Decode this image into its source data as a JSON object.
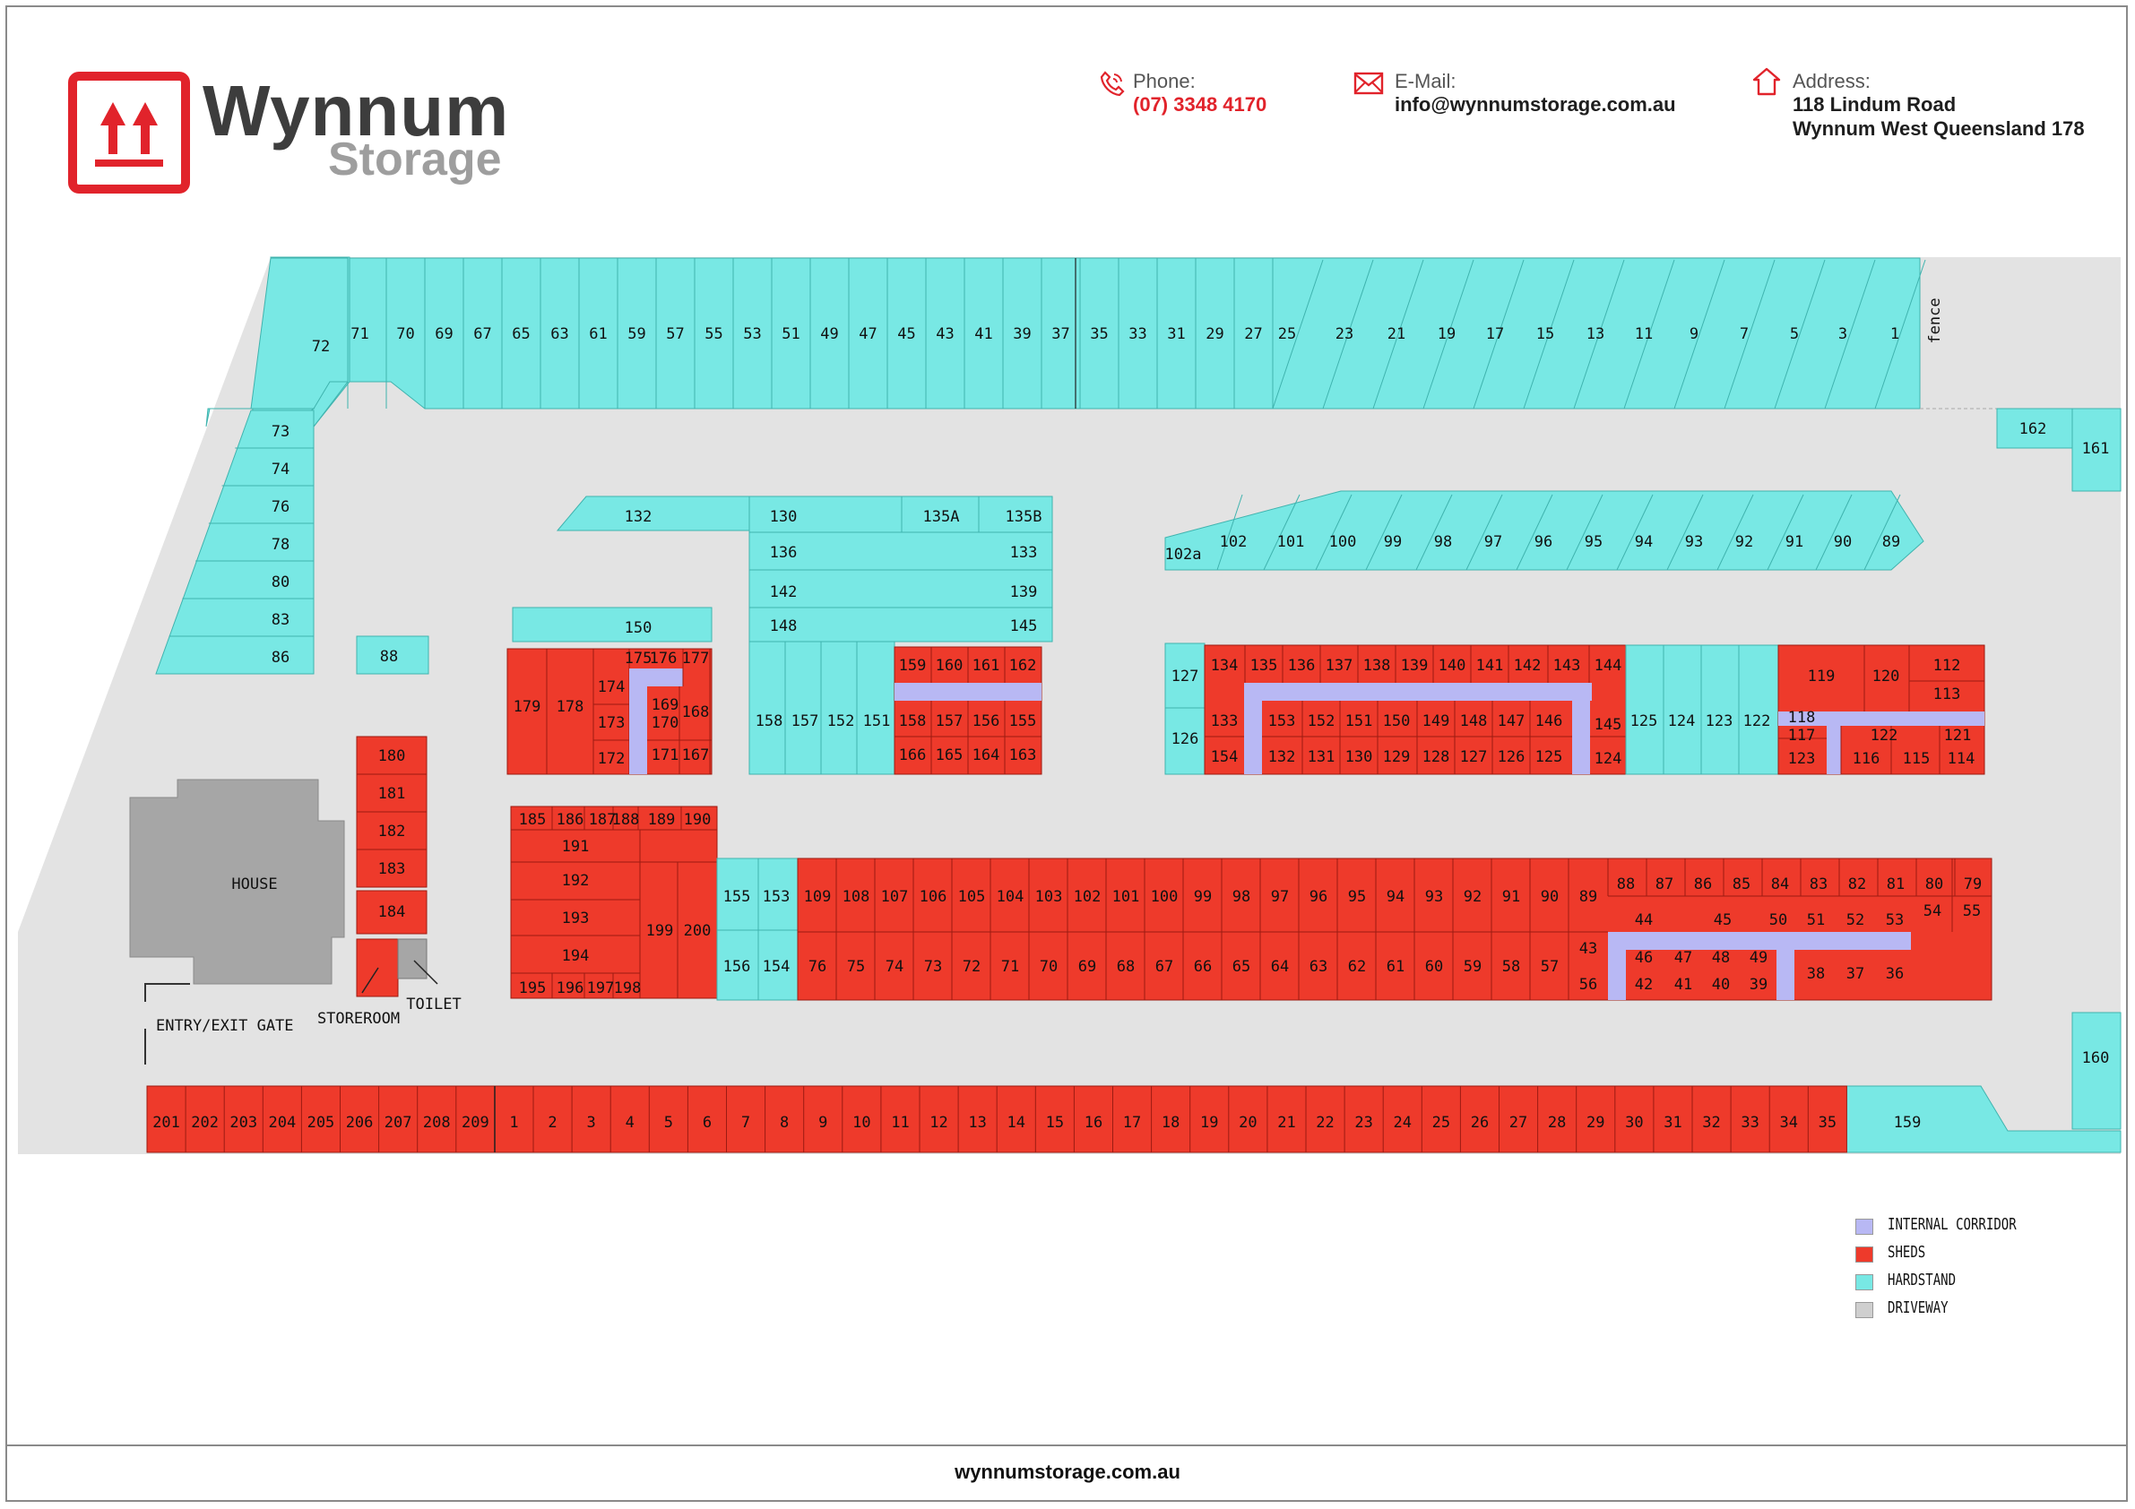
{
  "brand": {
    "name": "Wynnum",
    "sub": "Storage"
  },
  "contact": {
    "phone_label": "Phone:",
    "phone_value": "(07) 3348 4170",
    "email_label": "E-Mail:",
    "email_value": "info@wynnumstorage.com.au",
    "address_label": "Address:",
    "address_line1": "118 Lindum Road",
    "address_line2": "Wynnum West Queensland 178"
  },
  "colors": {
    "shed": "#ee3a2b",
    "hardstand": "#78e8e4",
    "corridor": "#b8b8f4",
    "driveway": "#e3e3e3",
    "house": "#a6a6a6",
    "brand": "#e1232b"
  },
  "map": {
    "labels": {
      "fence": "fence",
      "house": "HOUSE",
      "storeroom": "STOREROOM",
      "toilet": "TOILET",
      "gate": "ENTRY/EXIT GATE"
    },
    "hardstand_top": [
      "71",
      "70",
      "69",
      "67",
      "65",
      "63",
      "61",
      "59",
      "57",
      "55",
      "53",
      "51",
      "49",
      "47",
      "45",
      "43",
      "41",
      "39",
      "37",
      "35",
      "33",
      "31",
      "29",
      "27"
    ],
    "hardstand_slant": [
      "25",
      "23",
      "21",
      "19",
      "17",
      "15",
      "13",
      "11",
      "9",
      "7",
      "5",
      "3",
      "1"
    ],
    "hardstand_72": "72",
    "hardstand_left": [
      "73",
      "74",
      "76",
      "78",
      "80",
      "83",
      "86"
    ],
    "hardstand_misc": {
      "h88": "88",
      "h162": "162",
      "h161": "161",
      "h160": "160",
      "h159": "159"
    },
    "hardstand_row2": [
      "102",
      "101",
      "100",
      "99",
      "98",
      "97",
      "96",
      "95",
      "94",
      "93",
      "92",
      "91",
      "90",
      "89"
    ],
    "hardstand_102a": "102a",
    "block_a": {
      "h132": "132",
      "h130": "130",
      "h135a": "135A",
      "h135b": "135B",
      "h136": "136",
      "h133": "133",
      "h142": "142",
      "h139": "139",
      "h148": "148",
      "h145": "145",
      "h150": "150"
    },
    "hardstand_block_a_low": [
      "158",
      "157",
      "152",
      "151"
    ],
    "hardstand_mid": [
      "155",
      "153",
      "156",
      "154"
    ],
    "hardstand_block_c": {
      "h127": "127",
      "h126": "126"
    },
    "hardstand_block_d": [
      "125",
      "124",
      "123",
      "122"
    ],
    "sheds_bottom": [
      "201",
      "202",
      "203",
      "204",
      "205",
      "206",
      "207",
      "208",
      "209",
      "1",
      "2",
      "3",
      "4",
      "5",
      "6",
      "7",
      "8",
      "9",
      "10",
      "11",
      "12",
      "13",
      "14",
      "15",
      "16",
      "17",
      "18",
      "19",
      "20",
      "21",
      "22",
      "23",
      "24",
      "25",
      "26",
      "27",
      "28",
      "29",
      "30",
      "31",
      "32",
      "33",
      "34",
      "35"
    ],
    "sheds_col": [
      "180",
      "181",
      "182",
      "183",
      "184"
    ],
    "sheds_a": {
      "s179": "179",
      "s178": "178",
      "s175": "175",
      "s176": "176",
      "s177": "177",
      "s174": "174",
      "s173": "173",
      "s172": "172",
      "s169": "169",
      "s170": "170",
      "s168": "168",
      "s171": "171",
      "s167": "167"
    },
    "sheds_b_top": [
      "159",
      "160",
      "161",
      "162"
    ],
    "sheds_b_mid": [
      "158",
      "157",
      "156",
      "155"
    ],
    "sheds_b_low": [
      "166",
      "165",
      "164",
      "163"
    ],
    "sheds_c_top": [
      "134",
      "135",
      "136",
      "137",
      "138",
      "139",
      "140",
      "141",
      "142",
      "143",
      "144"
    ],
    "sheds_c_mid": [
      "153",
      "152",
      "151",
      "150",
      "149",
      "148",
      "147",
      "146"
    ],
    "sheds_c_low": [
      "132",
      "131",
      "130",
      "129",
      "128",
      "127",
      "126",
      "125"
    ],
    "sheds_c_left": {
      "s133": "133",
      "s154": "154",
      "s145": "145",
      "s124": "124"
    },
    "sheds_d": {
      "s119": "119",
      "s120": "120",
      "s112": "112",
      "s113": "113",
      "s118": "118",
      "s117": "117",
      "s123": "123",
      "s122": "122",
      "s121": "121",
      "s116": "116",
      "s115": "115",
      "s114": "114"
    },
    "sheds_e_top": [
      "185",
      "186",
      "187",
      "188",
      "189",
      "190"
    ],
    "sheds_e_rows": [
      "191",
      "192",
      "193",
      "194"
    ],
    "sheds_e_low": [
      "195",
      "196",
      "197",
      "198"
    ],
    "sheds_e_tall": [
      "199",
      "200"
    ],
    "sheds_f_top": [
      "109",
      "108",
      "107",
      "106",
      "105",
      "104",
      "103",
      "102",
      "101",
      "100",
      "99",
      "98",
      "97",
      "96",
      "95",
      "94",
      "93",
      "92",
      "91",
      "90",
      "89"
    ],
    "sheds_f_low": [
      "76",
      "75",
      "74",
      "73",
      "72",
      "71",
      "70",
      "69",
      "68",
      "67",
      "66",
      "65",
      "64",
      "63",
      "62",
      "61",
      "60",
      "59",
      "58",
      "57"
    ],
    "sheds_g_top": [
      "88",
      "87",
      "86",
      "85",
      "84",
      "83",
      "82",
      "81",
      "80",
      "79"
    ],
    "sheds_g_mid": {
      "s44": "44",
      "s45": "45",
      "s50": "50",
      "s51": "51",
      "s52": "52",
      "s53": "53",
      "s54": "54",
      "s55": "55",
      "s43": "43",
      "s56": "56"
    },
    "sheds_g_small_top": [
      "46",
      "47",
      "48",
      "49"
    ],
    "sheds_g_small_low": [
      "42",
      "41",
      "40",
      "39"
    ],
    "sheds_g_low": [
      "38",
      "37",
      "36"
    ]
  },
  "legend": [
    {
      "label": "INTERNAL CORRIDOR",
      "color": "#b8b8f4"
    },
    {
      "label": "SHEDS",
      "color": "#ee3a2b"
    },
    {
      "label": "HARDSTAND",
      "color": "#78e8e4"
    },
    {
      "label": "DRIVEWAY",
      "color": "#cfcfcf"
    }
  ],
  "footer": {
    "url": "wynnumstorage.com.au"
  }
}
